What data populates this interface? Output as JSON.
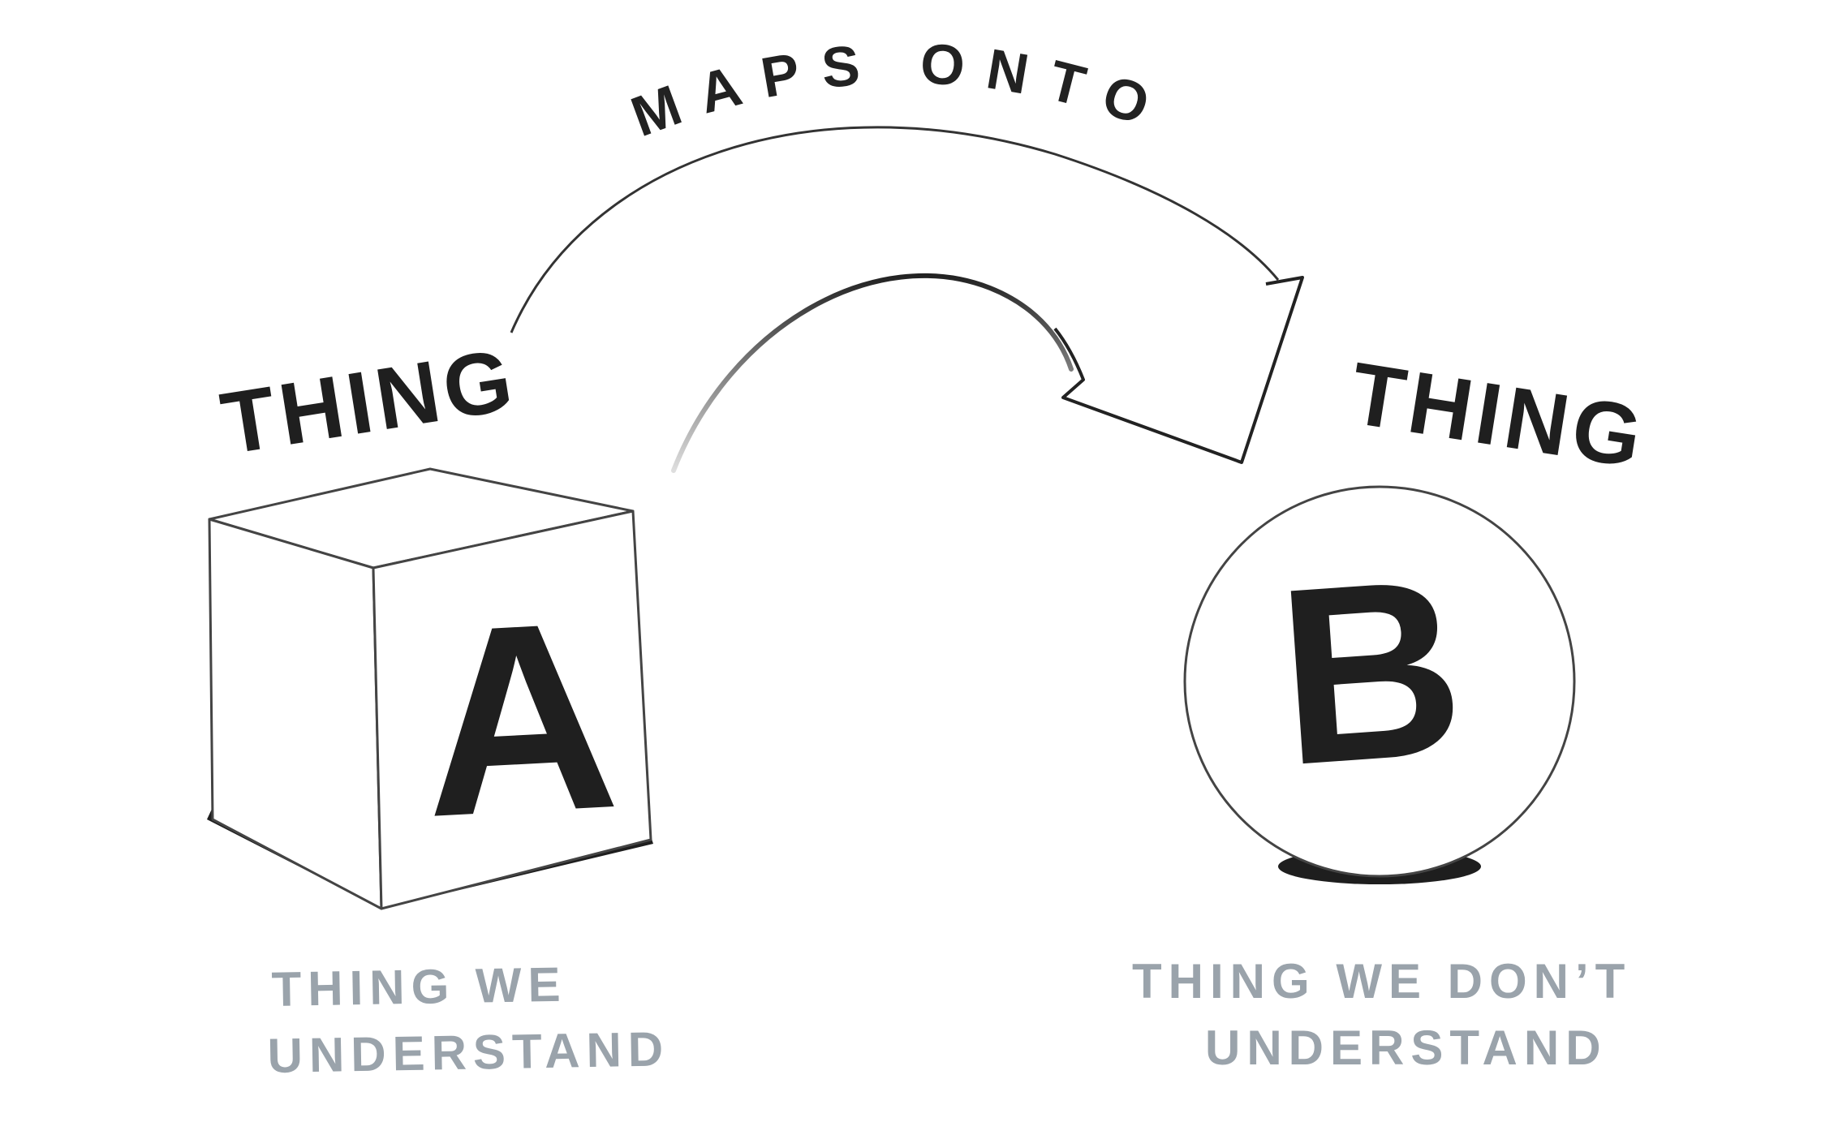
{
  "relation": {
    "label": "MAPS ONTO"
  },
  "thing_a": {
    "heading": "THING",
    "letter": "A",
    "caption_line1": "THING WE",
    "caption_line2": "UNDERSTAND",
    "shape_icon": "cube-icon"
  },
  "thing_b": {
    "heading": "THING",
    "letter": "B",
    "caption_line1": "THING WE DON’T",
    "caption_line2": "UNDERSTAND",
    "shape_icon": "sphere-icon"
  },
  "colors": {
    "ink": "#222222",
    "caption": "#9aa3ab",
    "shadow": "#1e1e1e",
    "background": "#ffffff"
  }
}
